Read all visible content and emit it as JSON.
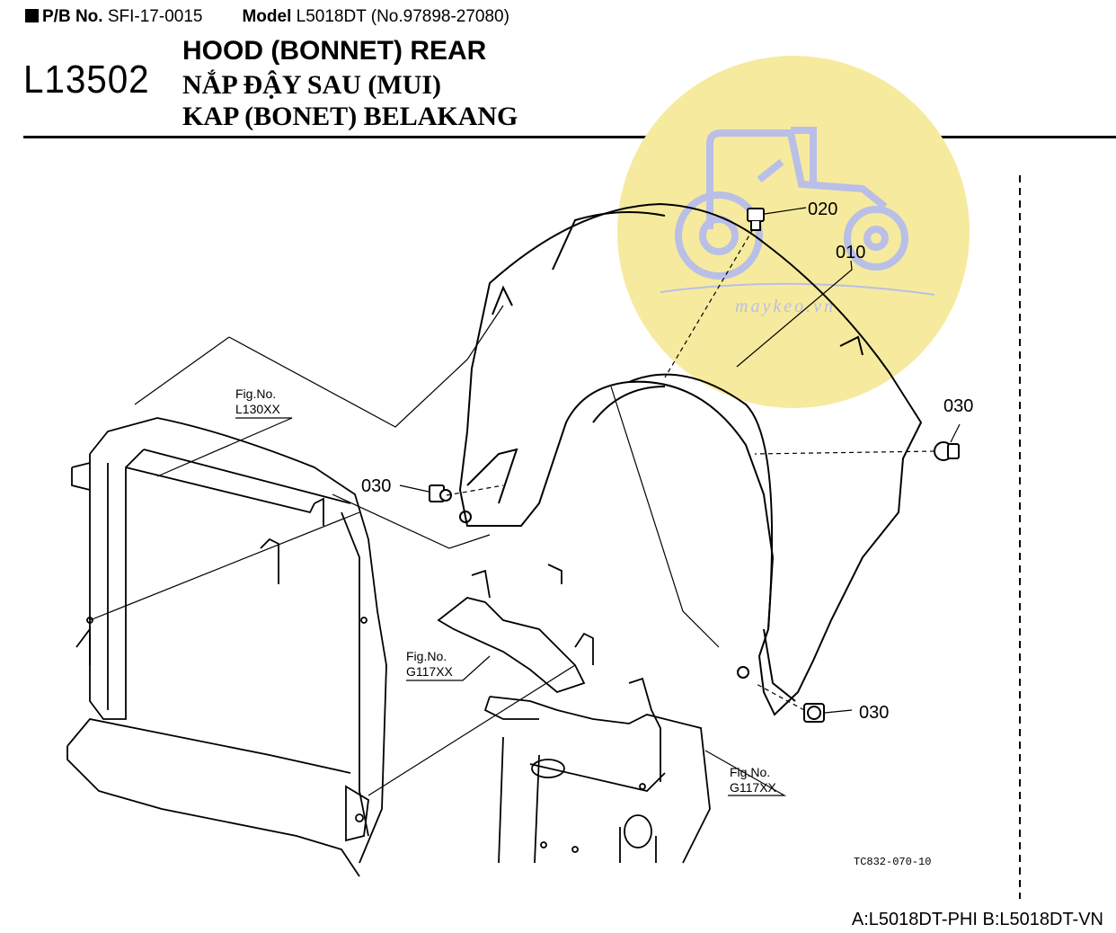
{
  "header": {
    "pb_label": "P/B No.",
    "pb_value": "SFI-17-0015",
    "model_label": "Model",
    "model_value": "L5018DT (No.97898-27080)"
  },
  "figure_code": "L13502",
  "titles": {
    "en": "HOOD (BONNET) REAR",
    "vi": "NẮP ĐẬY SAU (MUI)",
    "id": "KAP (BONET) BELAKANG"
  },
  "callouts": {
    "c010": "010",
    "c020": "020",
    "c030_left": "030",
    "c030_right": "030",
    "c030_bottom": "030"
  },
  "fig_refs": {
    "fig_label": "Fig.No.",
    "ref1": "L130XX",
    "ref2": "G117XX",
    "ref3": "G117XX"
  },
  "drawing_id": "TC832-070-10",
  "watermark_text": "maykeo.vn",
  "footer_note": "A:L5018DT-PHI B:L5018DT-VN",
  "colors": {
    "watermark_fill": "#f6ea9e",
    "watermark_icon": "#b9bfe6",
    "line": "#000000"
  }
}
